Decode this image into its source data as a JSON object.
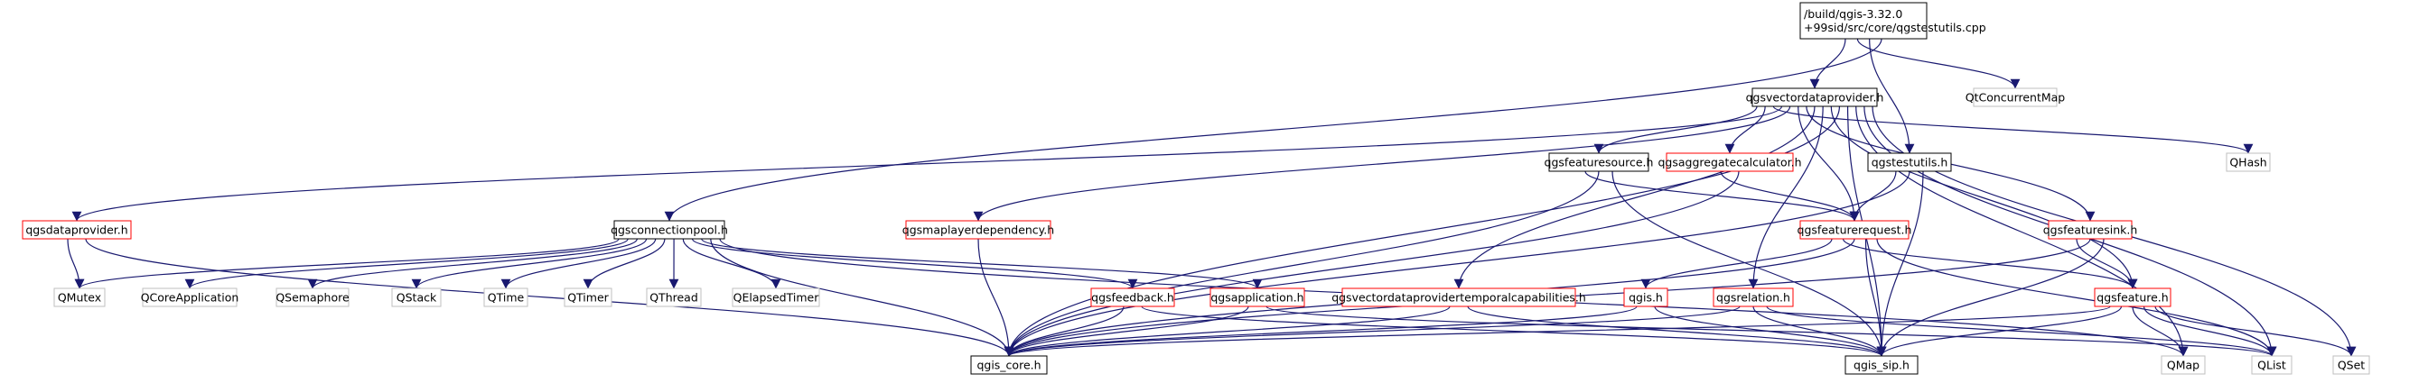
{
  "colors": {
    "edge": "#191970",
    "root_fill": "#bfbfbf",
    "root_stroke": "#000000",
    "documented_stroke": "#000000",
    "undocumented_stroke": "#ff0000",
    "external_stroke": "#bfbfbf"
  },
  "nodes": {
    "root": {
      "lines": [
        "/build/qgis-3.32.0",
        "+99sid/src/core/qgstestutils.cpp"
      ],
      "kind": "root"
    },
    "qgsvectordataprovider": {
      "lines": [
        "qgsvectordataprovider.h"
      ],
      "kind": "documented"
    },
    "qtconcurrentmap": {
      "lines": [
        "QtConcurrentMap"
      ],
      "kind": "external"
    },
    "qgsfeaturesource": {
      "lines": [
        "qgsfeaturesource.h"
      ],
      "kind": "documented"
    },
    "qgsaggregatecalculator": {
      "lines": [
        "qgsaggregatecalculator.h"
      ],
      "kind": "undocumented"
    },
    "qgstestutils_h": {
      "lines": [
        "qgstestutils.h"
      ],
      "kind": "documented"
    },
    "qhash": {
      "lines": [
        "QHash"
      ],
      "kind": "external"
    },
    "qgsdataprovider": {
      "lines": [
        "qgsdataprovider.h"
      ],
      "kind": "undocumented"
    },
    "qgsconnectionpool": {
      "lines": [
        "qgsconnectionpool.h"
      ],
      "kind": "documented"
    },
    "qgsmaplayerdependency": {
      "lines": [
        "qgsmaplayerdependency.h"
      ],
      "kind": "undocumented"
    },
    "qgsfeaturerequest": {
      "lines": [
        "qgsfeaturerequest.h"
      ],
      "kind": "undocumented"
    },
    "qgsfeaturesink": {
      "lines": [
        "qgsfeaturesink.h"
      ],
      "kind": "undocumented"
    },
    "qmutex": {
      "lines": [
        "QMutex"
      ],
      "kind": "external"
    },
    "qcoreapplication": {
      "lines": [
        "QCoreApplication"
      ],
      "kind": "external"
    },
    "qsemaphore": {
      "lines": [
        "QSemaphore"
      ],
      "kind": "external"
    },
    "qstack": {
      "lines": [
        "QStack"
      ],
      "kind": "external"
    },
    "qtime": {
      "lines": [
        "QTime"
      ],
      "kind": "external"
    },
    "qtimer": {
      "lines": [
        "QTimer"
      ],
      "kind": "external"
    },
    "qthread": {
      "lines": [
        "QThread"
      ],
      "kind": "external"
    },
    "qelapsedtimer": {
      "lines": [
        "QElapsedTimer"
      ],
      "kind": "external"
    },
    "qgsfeedback": {
      "lines": [
        "qgsfeedback.h"
      ],
      "kind": "undocumented"
    },
    "qgsapplication": {
      "lines": [
        "qgsapplication.h"
      ],
      "kind": "undocumented"
    },
    "qgsvectordataprovidertemporalcapabilities": {
      "lines": [
        "qgsvectordataprovidertemporalcapabilities.h"
      ],
      "kind": "undocumented"
    },
    "qgis_h": {
      "lines": [
        "qgis.h"
      ],
      "kind": "undocumented"
    },
    "qgsrelation": {
      "lines": [
        "qgsrelation.h"
      ],
      "kind": "undocumented"
    },
    "qgsfeature": {
      "lines": [
        "qgsfeature.h"
      ],
      "kind": "undocumented"
    },
    "qgis_core": {
      "lines": [
        "qgis_core.h"
      ],
      "kind": "documented"
    },
    "qgis_sip": {
      "lines": [
        "qgis_sip.h"
      ],
      "kind": "documented"
    },
    "qmap": {
      "lines": [
        "QMap"
      ],
      "kind": "external"
    },
    "qlist": {
      "lines": [
        "QList"
      ],
      "kind": "external"
    },
    "qset": {
      "lines": [
        "QSet"
      ],
      "kind": "external"
    }
  },
  "edges": [
    [
      "root",
      "qgsvectordataprovider"
    ],
    [
      "root",
      "qtconcurrentmap"
    ],
    [
      "root",
      "qgstestutils_h"
    ],
    [
      "root",
      "qgsconnectionpool"
    ],
    [
      "qgsvectordataprovider",
      "qgsfeaturesource"
    ],
    [
      "qgsvectordataprovider",
      "qgsaggregatecalculator"
    ],
    [
      "qgsvectordataprovider",
      "qhash"
    ],
    [
      "qgsvectordataprovider",
      "qgsdataprovider"
    ],
    [
      "qgsvectordataprovider",
      "qgsmaplayerdependency"
    ],
    [
      "qgsvectordataprovider",
      "qgsfeaturerequest"
    ],
    [
      "qgsvectordataprovider",
      "qgsfeaturesink"
    ],
    [
      "qgsvectordataprovider",
      "qgsvectordataprovidertemporalcapabilities"
    ],
    [
      "qgsvectordataprovider",
      "qgsrelation"
    ],
    [
      "qgsvectordataprovider",
      "qgsfeature"
    ],
    [
      "qgsvectordataprovider",
      "qgis_core"
    ],
    [
      "qgsvectordataprovider",
      "qgis_sip"
    ],
    [
      "qgsvectordataprovider",
      "qmap"
    ],
    [
      "qgsvectordataprovider",
      "qlist"
    ],
    [
      "qgsvectordataprovider",
      "qset"
    ],
    [
      "qgsfeaturesource",
      "qgsfeaturerequest"
    ],
    [
      "qgsfeaturesource",
      "qgis_core"
    ],
    [
      "qgsfeaturesource",
      "qgis_sip"
    ],
    [
      "qgsaggregatecalculator",
      "qgsfeaturerequest"
    ],
    [
      "qgsaggregatecalculator",
      "qgis_core"
    ],
    [
      "qgstestutils_h",
      "qgsfeaturerequest"
    ],
    [
      "qgstestutils_h",
      "qgis_core"
    ],
    [
      "qgstestutils_h",
      "qgis_sip"
    ],
    [
      "qgsdataprovider",
      "qmutex"
    ],
    [
      "qgsdataprovider",
      "qgis_core"
    ],
    [
      "qgsconnectionpool",
      "qmutex"
    ],
    [
      "qgsconnectionpool",
      "qcoreapplication"
    ],
    [
      "qgsconnectionpool",
      "qsemaphore"
    ],
    [
      "qgsconnectionpool",
      "qstack"
    ],
    [
      "qgsconnectionpool",
      "qtime"
    ],
    [
      "qgsconnectionpool",
      "qtimer"
    ],
    [
      "qgsconnectionpool",
      "qthread"
    ],
    [
      "qgsconnectionpool",
      "qelapsedtimer"
    ],
    [
      "qgsconnectionpool",
      "qgsfeedback"
    ],
    [
      "qgsconnectionpool",
      "qgsapplication"
    ],
    [
      "qgsconnectionpool",
      "qgis_core"
    ],
    [
      "qgsconnectionpool",
      "qmap"
    ],
    [
      "qgsmaplayerdependency",
      "qgis_core"
    ],
    [
      "qgsfeaturerequest",
      "qgis_h"
    ],
    [
      "qgsfeaturerequest",
      "qgsfeature"
    ],
    [
      "qgsfeaturerequest",
      "qgis_core"
    ],
    [
      "qgsfeaturerequest",
      "qgis_sip"
    ],
    [
      "qgsfeaturerequest",
      "qlist"
    ],
    [
      "qgsfeaturesink",
      "qgsfeature"
    ],
    [
      "qgsfeaturesink",
      "qgis_core"
    ],
    [
      "qgsfeaturesink",
      "qgis_sip"
    ],
    [
      "qgsfeedback",
      "qgis_core"
    ],
    [
      "qgsfeedback",
      "qgis_sip"
    ],
    [
      "qgsapplication",
      "qgis_core"
    ],
    [
      "qgsapplication",
      "qlist"
    ],
    [
      "qgsvectordataprovidertemporalcapabilities",
      "qgis_core"
    ],
    [
      "qgsvectordataprovidertemporalcapabilities",
      "qgis_sip"
    ],
    [
      "qgis_h",
      "qgis_core"
    ],
    [
      "qgis_h",
      "qgis_sip"
    ],
    [
      "qgsrelation",
      "qgis_core"
    ],
    [
      "qgsrelation",
      "qgis_sip"
    ],
    [
      "qgsrelation",
      "qlist"
    ],
    [
      "qgsfeature",
      "qgis_core"
    ],
    [
      "qgsfeature",
      "qgis_sip"
    ],
    [
      "qgsfeature",
      "qmap"
    ],
    [
      "qgsfeature",
      "qlist"
    ],
    [
      "qgsfeature",
      "qset"
    ]
  ]
}
